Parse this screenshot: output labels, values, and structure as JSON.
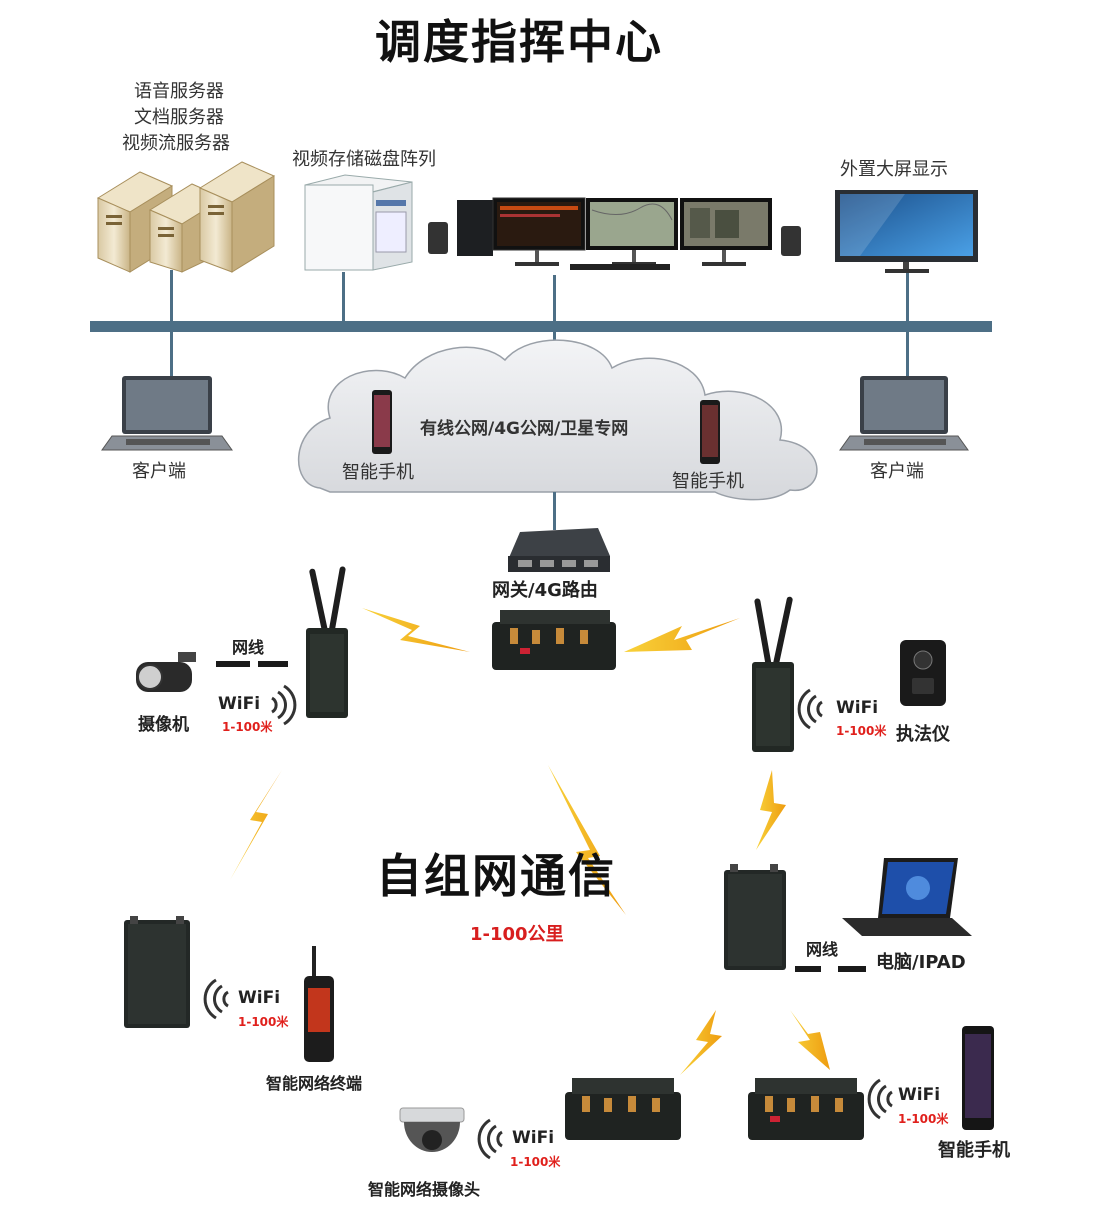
{
  "title": "调度指挥中心",
  "servers_label": [
    "语音服务器",
    "文档服务器",
    "视频流服务器"
  ],
  "storage_label": "视频存储磁盘阵列",
  "display_label": "外置大屏显示",
  "client_label_left": "客户端",
  "client_label_right": "客户端",
  "cloud": {
    "label": "有线公网/4G公网/卫星专网",
    "phone_left": "智能手机",
    "phone_right": "智能手机"
  },
  "gateway_label": "网关/4G路由",
  "adhoc_title": "自组网通信",
  "adhoc_range": "1-100公里",
  "left_top": {
    "cable": "网线",
    "wifi": "WiFi",
    "range": "1-100米",
    "camera": "摄像机"
  },
  "right_top": {
    "wifi": "WiFi",
    "range": "1-100米",
    "recorder": "执法仪"
  },
  "right_mid": {
    "cable": "网线",
    "computer": "电脑/IPAD"
  },
  "left_bottom": {
    "wifi": "WiFi",
    "range": "1-100米",
    "terminal": "智能网络终端"
  },
  "bottom_center": {
    "wifi": "WiFi",
    "range": "1-100米",
    "ipcam": "智能网络摄像头"
  },
  "bottom_right": {
    "wifi": "WiFi",
    "range": "1-100米",
    "phone": "智能手机"
  },
  "colors": {
    "backbone": "#4d6f86",
    "bolt": "#f2b21a",
    "range_red": "#e0201c",
    "device_dark": "#2b2f2c",
    "cloud_fill": "#e9eaed"
  }
}
